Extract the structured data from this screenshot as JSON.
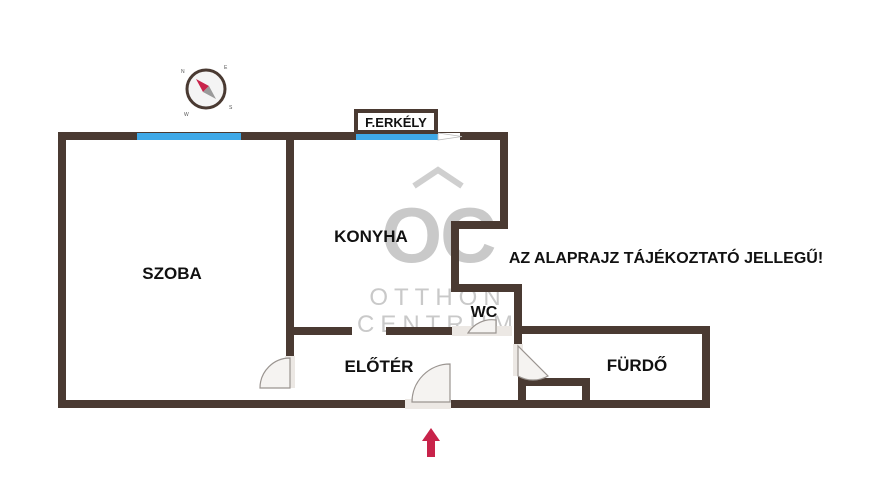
{
  "rooms": {
    "szoba": "SZOBA",
    "konyha": "KONYHA",
    "wc": "WC",
    "eloter": "ELŐTÉR",
    "furdo": "FÜRDŐ"
  },
  "balcony_label": "F.ERKÉLY",
  "notice": "AZ ALAPRAJZ TÁJÉKOZTATÓ JELLEGŰ!",
  "watermark": {
    "logo": "OC",
    "line1": "OTTHON",
    "line2": "CENTRUM"
  },
  "compass": {
    "n": "N",
    "e": "E",
    "s": "S",
    "w": "W"
  },
  "colors": {
    "wall": "#4a3a32",
    "window": "#3fa9e8",
    "entrance_arrow": "#c8234a",
    "door": "#d8d0c8",
    "watermark": "#c9c9c9"
  }
}
